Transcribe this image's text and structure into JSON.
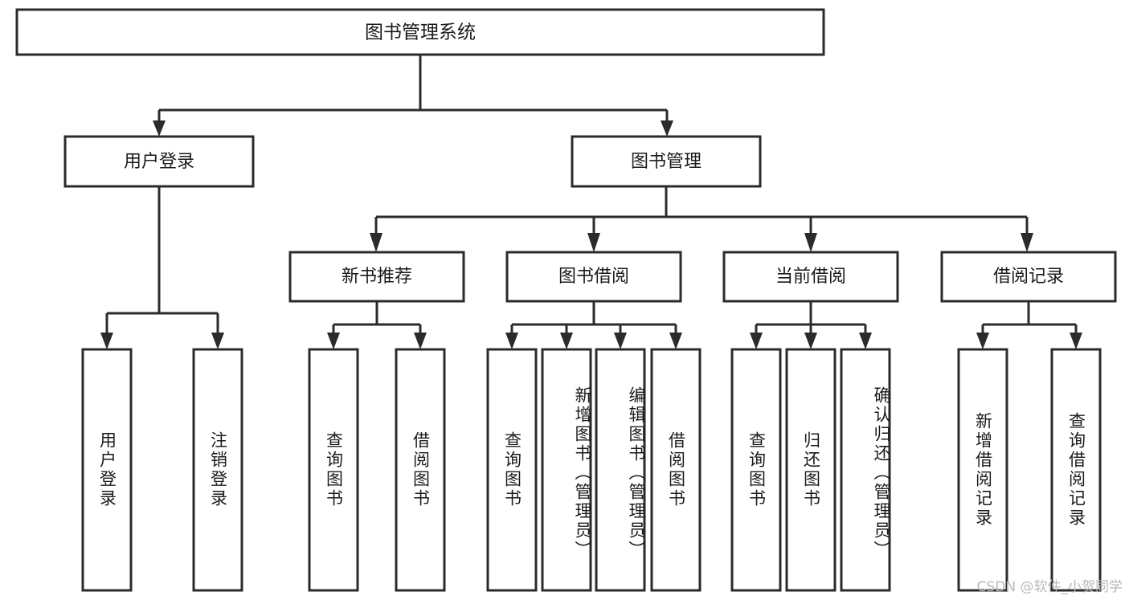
{
  "diagram": {
    "type": "tree",
    "orientation": "top-down",
    "root": {
      "id": "root",
      "label": "图书管理系统"
    },
    "level2": [
      {
        "id": "user-login",
        "label": "用户登录"
      },
      {
        "id": "book-management",
        "label": "图书管理"
      }
    ],
    "level3": [
      {
        "id": "new-book-recommend",
        "label": "新书推荐",
        "parent": "book-management"
      },
      {
        "id": "book-borrow",
        "label": "图书借阅",
        "parent": "book-management"
      },
      {
        "id": "current-borrow",
        "label": "当前借阅",
        "parent": "book-management"
      },
      {
        "id": "borrow-record",
        "label": "借阅记录",
        "parent": "book-management"
      }
    ],
    "leaves": [
      {
        "id": "leaf-user-login",
        "label": "用户登录",
        "parent": "user-login"
      },
      {
        "id": "leaf-logout-login",
        "label": "注销登录",
        "parent": "user-login"
      },
      {
        "id": "leaf-query-book-1",
        "label": "查询图书",
        "parent": "new-book-recommend"
      },
      {
        "id": "leaf-borrow-book-1",
        "label": "借阅图书",
        "parent": "new-book-recommend"
      },
      {
        "id": "leaf-query-book-2",
        "label": "查询图书",
        "parent": "book-borrow"
      },
      {
        "id": "leaf-add-book",
        "label": "新增图书（管理员）",
        "parent": "book-borrow"
      },
      {
        "id": "leaf-edit-book",
        "label": "编辑图书（管理员）",
        "parent": "book-borrow"
      },
      {
        "id": "leaf-borrow-book-2",
        "label": "借阅图书",
        "parent": "book-borrow"
      },
      {
        "id": "leaf-query-book-3",
        "label": "查询图书",
        "parent": "current-borrow"
      },
      {
        "id": "leaf-return-book",
        "label": "归还图书",
        "parent": "current-borrow"
      },
      {
        "id": "leaf-confirm-return",
        "label": "确认归还（管理员）",
        "parent": "current-borrow"
      },
      {
        "id": "leaf-add-record",
        "label": "新增借阅记录",
        "parent": "borrow-record"
      },
      {
        "id": "leaf-query-record",
        "label": "查询借阅记录",
        "parent": "borrow-record"
      }
    ]
  },
  "watermark": {
    "text": "CSDN @软件_小贺同学"
  },
  "colors": {
    "box_fill": "#ffffff",
    "box_stroke": "#2b2b2b",
    "connector": "#2b2b2b",
    "label_text": "#1b1b1b",
    "watermark_text": "#b9b9b9",
    "background": "#ffffff"
  }
}
